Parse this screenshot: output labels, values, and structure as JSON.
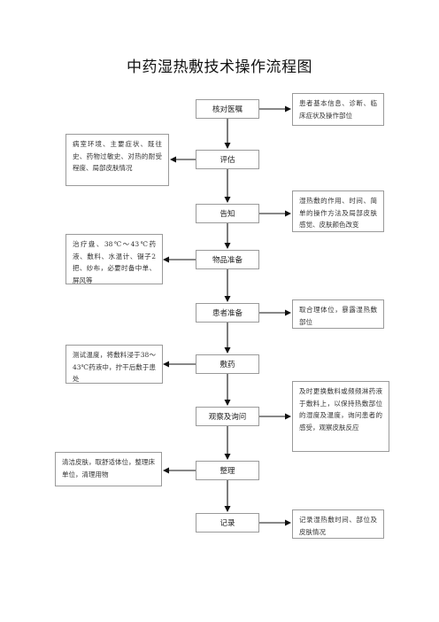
{
  "title": "中药湿热敷技术操作流程图",
  "steps": [
    {
      "label": "核对医嘱"
    },
    {
      "label": "评估"
    },
    {
      "label": "告知"
    },
    {
      "label": "物品准备"
    },
    {
      "label": "患者准备"
    },
    {
      "label": "敷药"
    },
    {
      "label": "观察及询问"
    },
    {
      "label": "整理"
    },
    {
      "label": "记录"
    }
  ],
  "notes": {
    "verify": "患者基本信息、诊断、临床症状及操作部位",
    "assess": "病室环境、主要症状、既往史、药物过敏史、对热的耐受程度、局部皮肤情况",
    "inform": "湿热敷的作用、时间、简单的操作方法及局部皮肤感觉、皮肤颜色改变",
    "supplies": "治疗盘、38℃～43℃药液、敷料、水温计、镊子2把、纱布，必要时备中单、屏风等",
    "patient": "取合理体位，暴露湿热敷部位",
    "apply": "测试温度，将敷料浸于38～43℃药液中，拧干后敷于患处",
    "observe": "及时更换敷料或频频淋药液于敷料上，以保持热敷部位的湿度及温度，询问患者的感受，观察皮肤反应",
    "tidy": "清洁皮肤，取舒适体位，整理床单位，清理用物",
    "record": "记录湿热敷时间、部位及皮肤情况"
  }
}
